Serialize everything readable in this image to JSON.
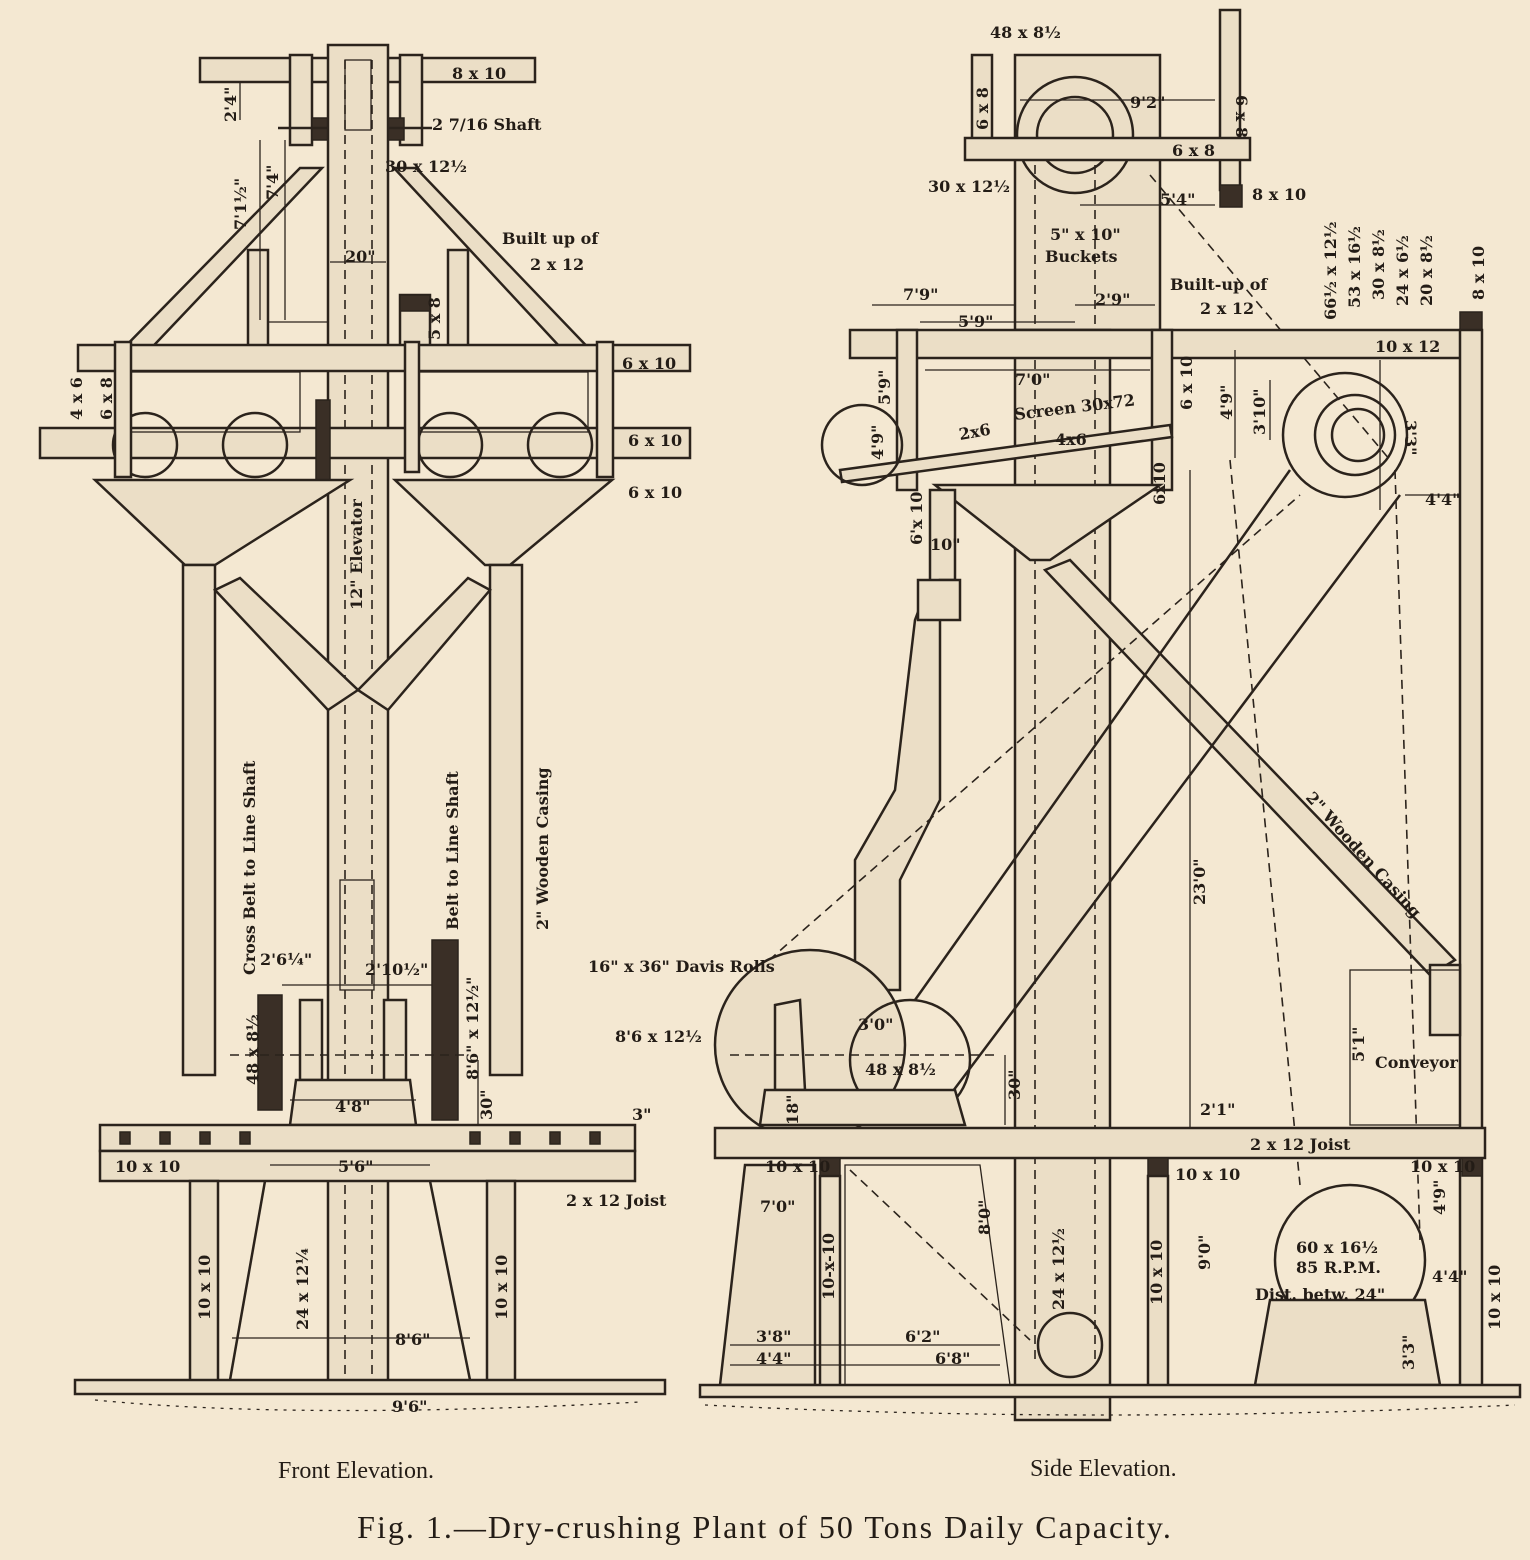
{
  "figure": {
    "title": "Fig. 1.—Dry-crushing Plant of 50 Tons Daily Capacity.",
    "front_caption": "Front Elevation.",
    "side_caption": "Side Elevation."
  },
  "front": {
    "top_beam": "8 x 10",
    "dim_2_4": "2'4\"",
    "shaft": "2 7/16 Shaft",
    "pulley_top": "30 x 12½",
    "dim_7_1": "7'1½\"",
    "dim_7_4": "7'4\"",
    "dim_20": "20\"",
    "built_up": "Built up of",
    "built_up_2": "2 x 12",
    "post_5x8": "5 x 8",
    "beam_6x10_a": "6 x 10",
    "beam_6x10_b": "6 x 10",
    "beam_6x10_c": "6 x 10",
    "post_4x6": "4 x 6",
    "post_6x8": "6 x 8",
    "elevator": "12\" Elevator",
    "cross_belt": "Cross Belt to Line Shaft",
    "belt": "Belt to Line Shaft",
    "casing": "2\" Wooden Casing",
    "dim_2_6": "2'6¼\"",
    "dim_2_10": "2'10½\"",
    "pulley_left": "48 x 8½",
    "pulley_right": "8'6\" x 12½\"",
    "dim_30": "30\"",
    "dim_4_8": "4'8\"",
    "dim_3": "3\"",
    "floor_beam": "10 x 10",
    "dim_5_6": "5'6\"",
    "joist": "2 x 12 Joist",
    "leg_left": "10 x 10",
    "leg_right": "10 x 10",
    "boot_pulley": "24 x 12¼",
    "dim_8_6": "8'6\"",
    "dim_9_6": "9'6\""
  },
  "side": {
    "top_pulley": "48 x 8½",
    "post_6x8_a": "6 x 8",
    "dim_9_2": "9'2\"",
    "post_6x8_b": "6 x 8",
    "beam_6x8": "6 x 8",
    "head_pulley": "30 x 12½",
    "dim_5_4": "5'4\"",
    "beam_8x10": "8 x 10",
    "buckets": "5\" x 10\"",
    "buckets_2": "Buckets",
    "built_up": "Built-up of",
    "built_up_2": "2 x 12",
    "p1": "66½ x 12½",
    "p2": "53 x 16½",
    "p3": "30 x 8½",
    "p4": "24 x 6½",
    "p5": "20 x 8½",
    "col_8x10": "8 x 10",
    "dim_7_9": "7'9\"",
    "dim_5_9": "5'9\"",
    "dim_2_9": "2'9\"",
    "beam_10x12": "10 x 12",
    "dim_7_0": "7'0\"",
    "screen": "Screen 30x72",
    "dim_5_9b": "5'9\"",
    "dim_4_9": "4'9\"",
    "dim_4_9b": "4'9\"",
    "dim_3_10": "3'10\"",
    "dim_3_3": "3'3\"",
    "dim_4_4": "4'4\"",
    "b2x6": "2x6",
    "b4x6": "4x6",
    "b6x10": "6x10",
    "b6x10b": "6 x 10",
    "post_6x10": "6'x 10",
    "dim_10": "10\"",
    "rolls": "16\" x 36\" Davis Rolls",
    "rolls_pulley": "8'6 x 12½",
    "dim_3_0": "3'0\"",
    "rolls_small": "48 x 8½",
    "dim_18": "18\"",
    "dim_30": "30\"",
    "dim_23_0": "23'0\"",
    "dim_5_1": "5'1\"",
    "conveyor": "Conveyor",
    "dim_2_1": "2'1\"",
    "joist": "2 x 12 Joist",
    "beam_a": "10 x 10",
    "beam_b": "10 x 10",
    "beam_c": "10 x 10",
    "beam_d": "10 x 10",
    "dim_7_0b": "7'0\"",
    "dim_8_0": "8'0\"",
    "dim_4_9c": "4'9\"",
    "line_pulley": "60 x 16½",
    "rpm": "85 R.P.M.",
    "dist": "Dist. betw. 24\"",
    "dim_4_4b": "4'4\"",
    "dim_9_0": "9'0\"",
    "post_10x10": "10 x 10",
    "post_10x10b": "10-x-10",
    "boot": "24 x 12½",
    "dim_3_8": "3'8\"",
    "dim_4_4c": "4'4\"",
    "dim_6_2": "6'2\"",
    "dim_6_8": "6'8\"",
    "dim_3_3b": "3'3\""
  }
}
